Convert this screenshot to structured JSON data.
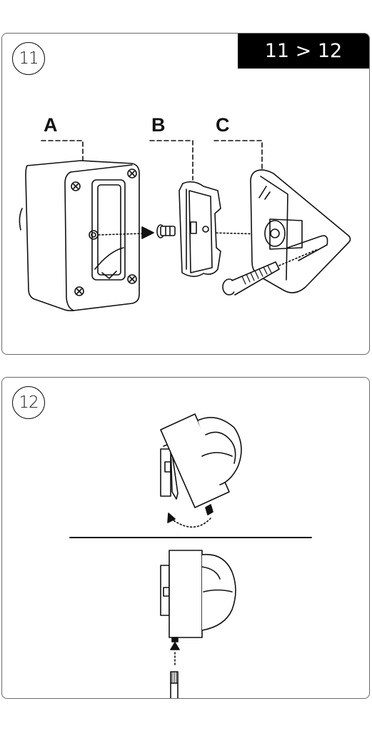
{
  "step11": {
    "number": "11",
    "range_badge": "11 > 12",
    "labels": {
      "a": "A",
      "b": "B",
      "c": "C"
    }
  },
  "step12": {
    "number": "12"
  },
  "icons": [
    "housing-a",
    "clip-b",
    "bracket-c",
    "small-screw",
    "long-screw",
    "screwdriver",
    "rotation-arrow",
    "push-arrow"
  ]
}
